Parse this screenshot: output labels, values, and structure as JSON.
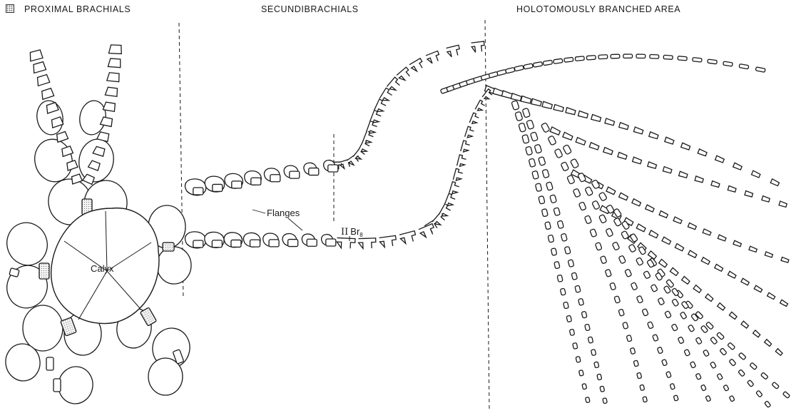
{
  "headers": {
    "proximal": "PROXIMAL BRACHIALS",
    "secundi": "SECUNDIBRACHIALS",
    "holotomous": "HOLOTOMOUSLY BRANCHED AREA"
  },
  "labels": {
    "calyx": "Calyx",
    "flanges": "Flanges",
    "brachial_roman": "II",
    "brachial_br": "Br",
    "brachial_sub": "8"
  },
  "legend": {
    "swatch": "stippled-pattern"
  },
  "colors": {
    "ink": "#1a1a1a",
    "paper": "#ffffff",
    "stipple": "#555555"
  }
}
